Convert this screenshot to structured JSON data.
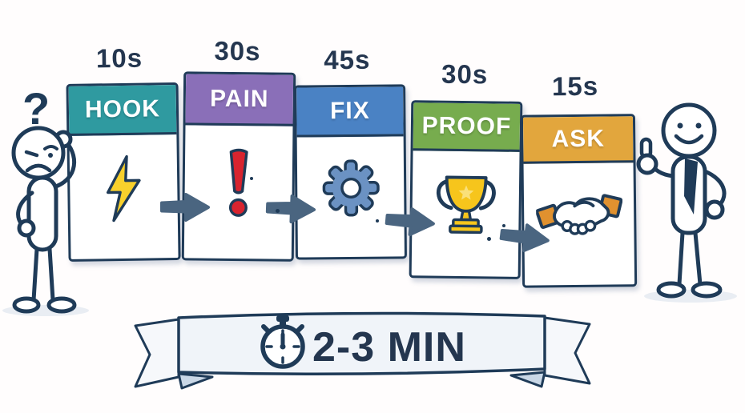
{
  "palette": {
    "background": "#fffdfd",
    "outline": "#1f3b58",
    "timeText": "#24364f",
    "arrow": "#4a6580",
    "hook": "#2f9aa0",
    "pain": "#8a6fb8",
    "fix": "#4a82c4",
    "proof": "#77ac4e",
    "ask": "#e2a63d",
    "lightning": "#f8d02c",
    "exclaim": "#d8242f",
    "gear": "#6b92c3",
    "trophyGold": "#f6c51c",
    "trophyStar": "#fae07a",
    "cuff": "#e0912f",
    "bannerFill": "#f0f4f9",
    "tailFill": "#f6f8fb",
    "ribbonFold": "#c9d7e6",
    "groundShadow": "#e9edf3"
  },
  "steps": [
    {
      "label": "HOOK",
      "time": "10s",
      "icon": "lightning-icon"
    },
    {
      "label": "PAIN",
      "time": "30s",
      "icon": "exclamation-icon"
    },
    {
      "label": "FIX",
      "time": "45s",
      "icon": "gear-icon"
    },
    {
      "label": "PROOF",
      "time": "30s",
      "icon": "trophy-icon"
    },
    {
      "label": "ASK",
      "time": "15s",
      "icon": "handshake-icon"
    }
  ],
  "banner": {
    "text": "2-3 MIN",
    "icon": "stopwatch-icon"
  },
  "figures": {
    "left": {
      "mood": "confused",
      "symbol": "?"
    },
    "right": {
      "mood": "happy"
    }
  }
}
